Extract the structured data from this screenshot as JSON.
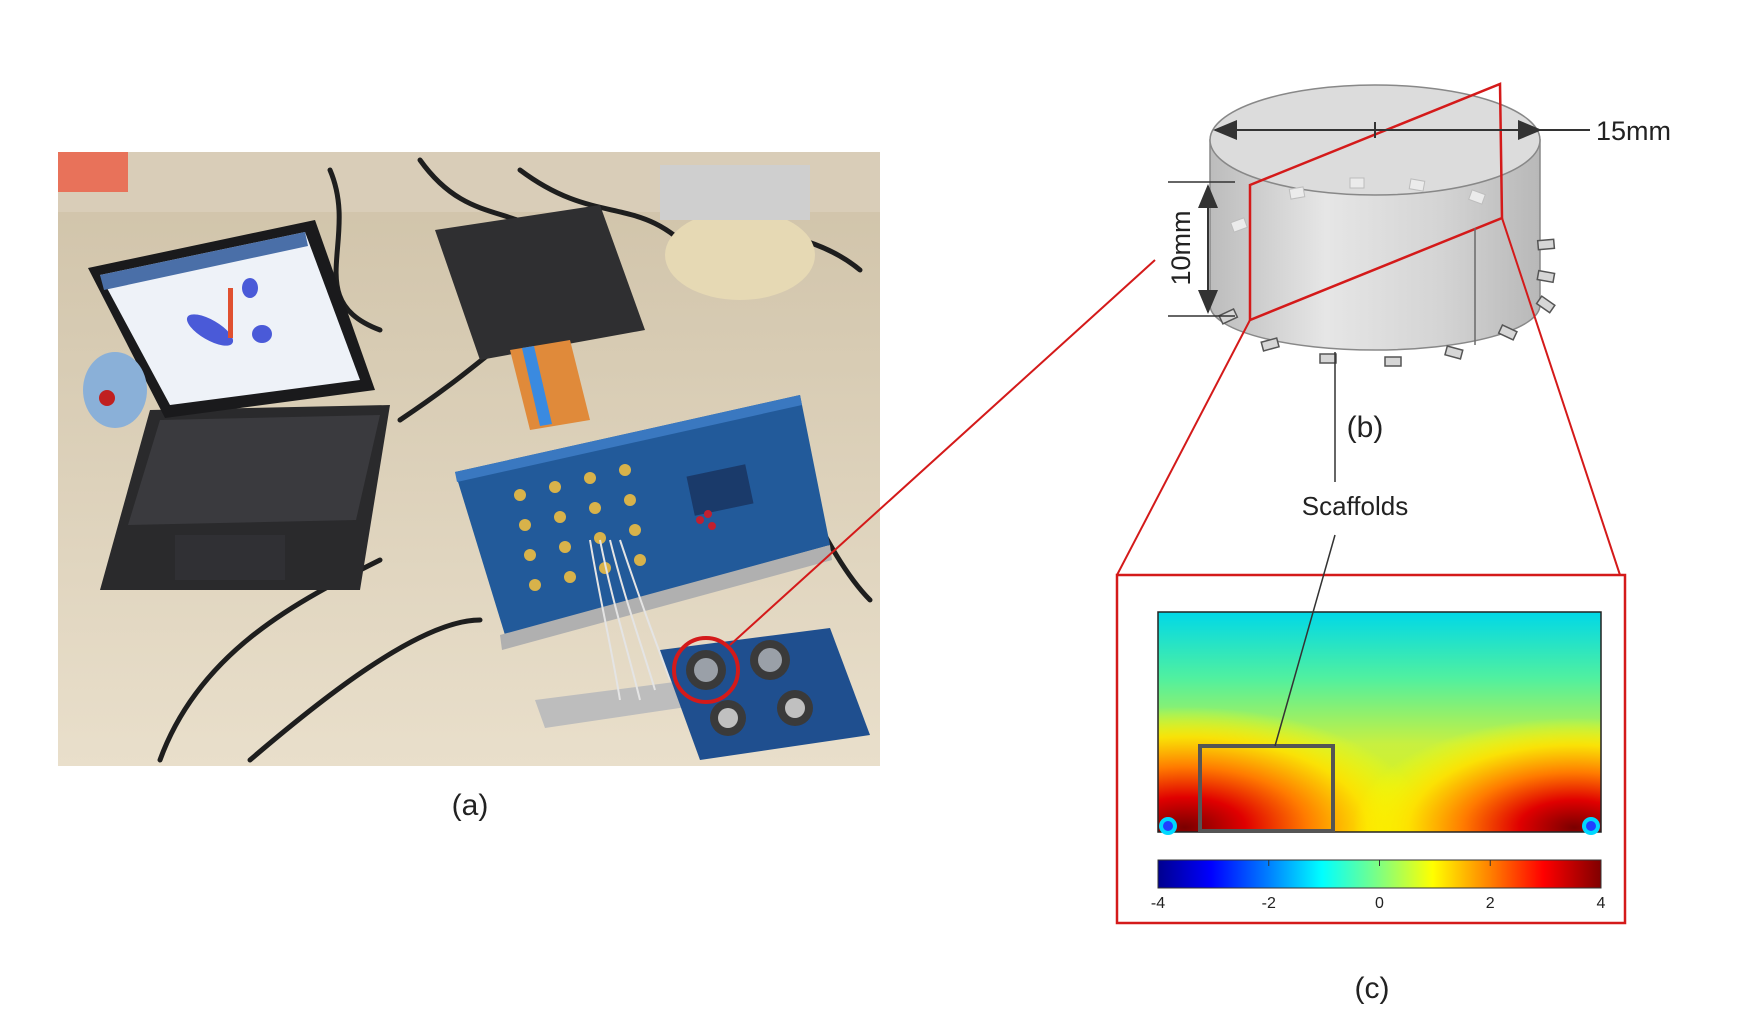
{
  "panels": {
    "a": {
      "caption": "(a)"
    },
    "b": {
      "caption": "(b)",
      "diameter_label": "15mm",
      "height_label": "10mm",
      "scaffolds_label": "Scaffolds"
    },
    "c": {
      "caption": "(c)"
    }
  },
  "colorbar": {
    "min": -4,
    "max": 4,
    "ticks": [
      "-4",
      "-2",
      "0",
      "2",
      "4"
    ],
    "colormap": [
      "#00008f",
      "#0000ff",
      "#0080ff",
      "#00ffff",
      "#80ff80",
      "#ffff00",
      "#ff8000",
      "#ff0000",
      "#800000"
    ]
  },
  "colors": {
    "highlight_red": "#d41a1a",
    "outline_dark": "#222222",
    "scaffold_box": "#555555"
  }
}
